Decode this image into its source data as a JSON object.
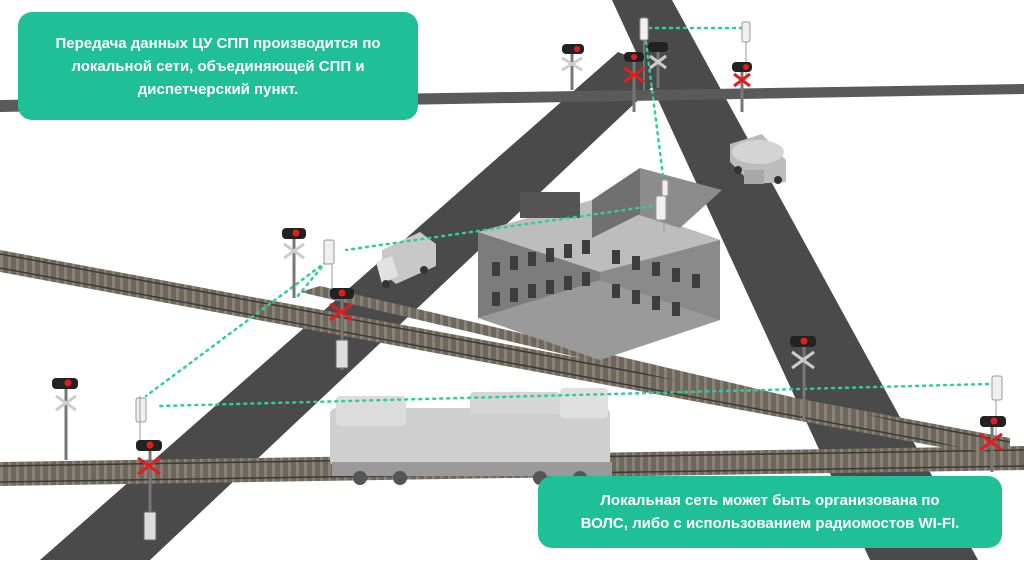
{
  "callouts": {
    "top": {
      "lines": [
        "Передача данных ЦУ СПП производится по",
        "локальной сети, объединяющей СПП и",
        "диспетчерский пункт."
      ]
    },
    "bottom": {
      "lines": [
        "Локальная сеть может быть организована по",
        "ВОЛС, либо с использованием радиомостов WI-FI."
      ]
    }
  },
  "colors": {
    "accent": "#1fbf97",
    "road": "#4a4a4a",
    "rail": "#6e675e",
    "link": "#2ccf9c",
    "signal_red": "#e01e1e"
  },
  "icons": [
    "crossing-signal-icon",
    "wifi-radio-bridge-icon",
    "locomotive-icon",
    "truck-icon",
    "tanker-truck-icon",
    "dispatch-building-icon"
  ]
}
